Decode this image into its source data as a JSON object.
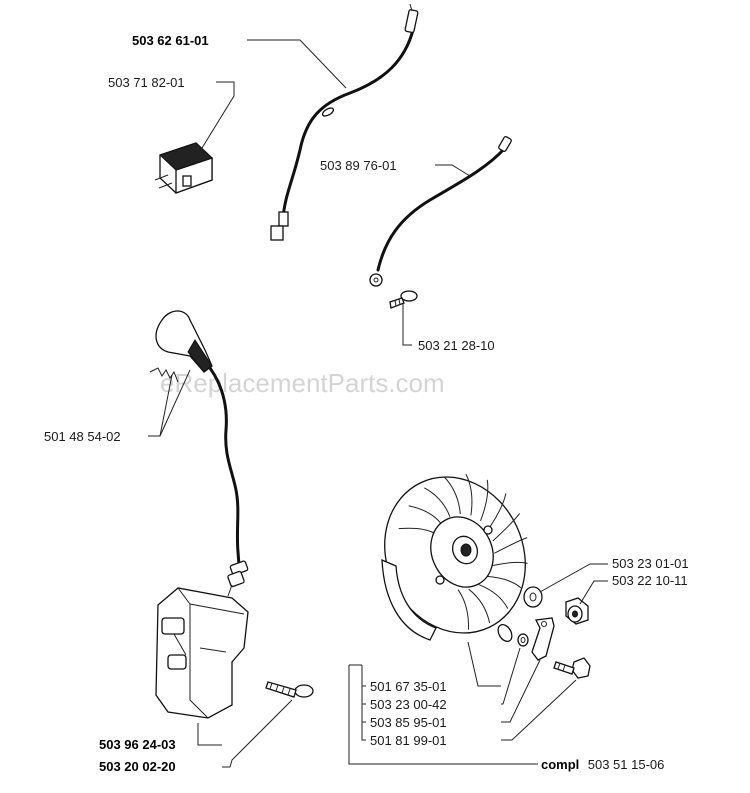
{
  "watermark": "eReplacementParts.com",
  "labels": {
    "cable_main": "503 62 61-01",
    "switch": "503 71 82-01",
    "cable_ground": "503 89 76-01",
    "screw_ground": "503 21 28-10",
    "spark_cap": "501 48 54-02",
    "washer": "503 23 01-01",
    "nut": "503 22 10-11",
    "key": "501 67 35-01",
    "washer_small": "503 23 00-42",
    "pawl": "503 85 95-01",
    "spring_bolt": "501 81 99-01",
    "coil": "503 96 24-03",
    "coil_screw": "503 20 02-20",
    "compl_prefix": "compl",
    "compl_number": "503 51 15-06"
  }
}
